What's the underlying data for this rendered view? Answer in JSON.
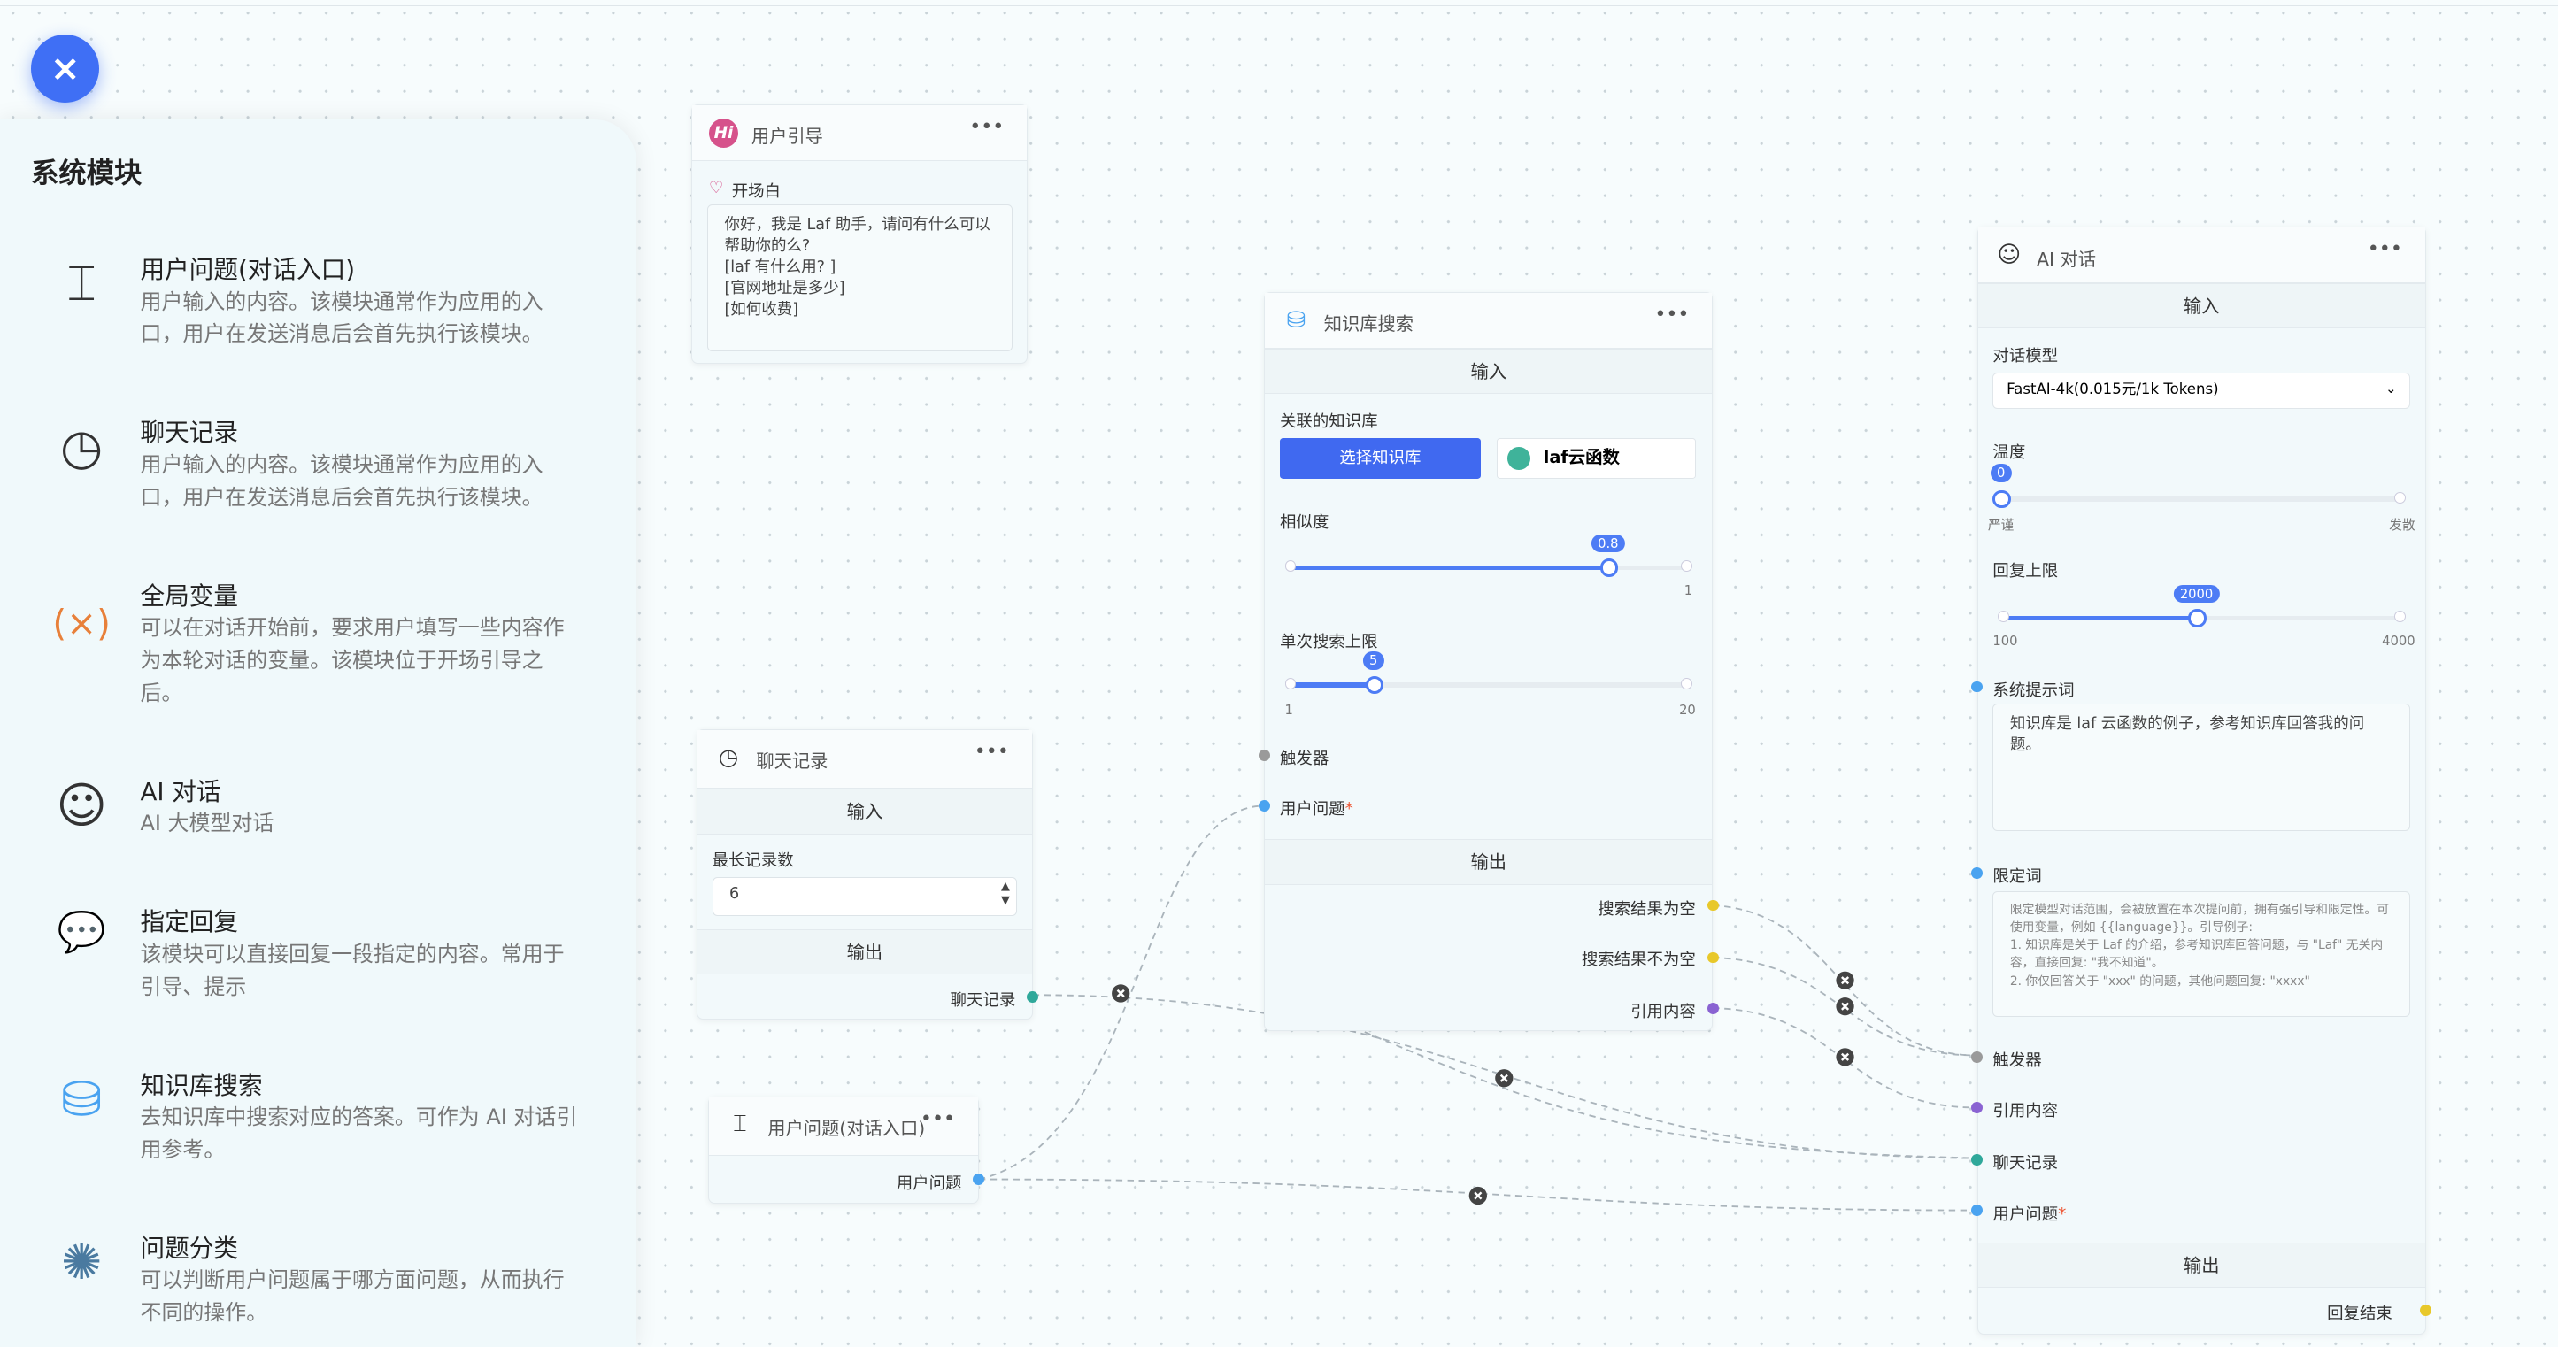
{
  "close_button": "×",
  "sidebar": {
    "title": "系统模块",
    "modules": [
      {
        "title": "用户问题(对话入口)",
        "desc": "用户输入的内容。该模块通常作为应用的入口，用户在发送消息后会首先执行该模块。",
        "icon": "text-cursor-icon"
      },
      {
        "title": "聊天记录",
        "desc": "用户输入的内容。该模块通常作为应用的入口，用户在发送消息后会首先执行该模块。",
        "icon": "clock-icon"
      },
      {
        "title": "全局变量",
        "desc": "可以在对话开始前，要求用户填写一些内容作为本轮对话的变量。该模块位于开场引导之后。",
        "icon": "variable-icon"
      },
      {
        "title": "AI 对话",
        "desc": "AI 大模型对话",
        "icon": "robot-icon"
      },
      {
        "title": "指定回复",
        "desc": "该模块可以直接回复一段指定的内容。常用于引导、提示",
        "icon": "chat-bubble-icon"
      },
      {
        "title": "知识库搜索",
        "desc": "去知识库中搜索对应的答案。可作为 AI 对话引用参考。",
        "icon": "database-icon"
      },
      {
        "title": "问题分类",
        "desc": "可以判断用户问题属于哪方面问题，从而执行不同的操作。",
        "icon": "lightbulb-icon"
      }
    ]
  },
  "guide": {
    "title": "用户引导",
    "icon_text": "Hi",
    "opening_label": "开场白",
    "opening_text": "你好，我是 Laf 助手，请问有什么可以帮助你的么?\n[laf 有什么用? ]\n[官网地址是多少]\n[如何收费]"
  },
  "history": {
    "title": "聊天记录",
    "input": "输入",
    "max_label": "最长记录数",
    "max_value": "6",
    "output": "输出",
    "out_label": "聊天记录"
  },
  "question": {
    "title": "用户问题(对话入口)",
    "out_label": "用户问题"
  },
  "kb": {
    "title": "知识库搜索",
    "input": "输入",
    "linked_label": "关联的知识库",
    "select_btn": "选择知识库",
    "kb_name": "laf云函数",
    "similarity_label": "相似度",
    "similarity": 0.8,
    "similarity_value": "0.8",
    "sim_max": "1",
    "limit_label": "单次搜索上限",
    "limit": 5,
    "limit_value": "5",
    "limit_min": "1",
    "limit_max": "20",
    "trigger": "触发器",
    "user_q": "用户问题",
    "required": "*",
    "output": "输出",
    "out_empty": "搜索结果为空",
    "out_nonempty": "搜索结果不为空",
    "out_quote": "引用内容"
  },
  "ai": {
    "title": "AI 对话",
    "input": "输入",
    "model_label": "对话模型",
    "model_value": "FastAI-4k(0.015元/1k Tokens)",
    "temp_label": "温度",
    "temp": 0,
    "temp_value": "0",
    "temp_left": "严谨",
    "temp_right": "发散",
    "max_label": "回复上限",
    "max": 2000,
    "max_value": "2000",
    "max_min": "100",
    "max_max": "4000",
    "sys_label": "系统提示词",
    "sys_text": "知识库是 laf 云函数的例子，参考知识库回答我的问题。",
    "limit_label": "限定词",
    "limit_placeholder": "限定模型对话范围，会被放置在本次提问前，拥有强引导和限定性。可使用变量，例如 {{language}}。引导例子:\n1. 知识库是关于 Laf 的介绍，参考知识库回答问题，与 \"Laf\" 无关内容，直接回复: \"我不知道\"。\n2. 你仅回答关于 \"xxx\" 的问题，其他问题回复: \"xxxx\"",
    "trigger": "触发器",
    "quote": "引用内容",
    "history": "聊天记录",
    "user_q": "用户问题",
    "required": "*",
    "output": "输出",
    "done": "回复结束"
  },
  "colors": {
    "accent": "#4d7cf5",
    "trigger": "#9a9a9a",
    "text_port": "#4aa3f0",
    "yellow": "#e8c82a",
    "purple": "#8a63d2",
    "teal": "#2fa89a"
  }
}
